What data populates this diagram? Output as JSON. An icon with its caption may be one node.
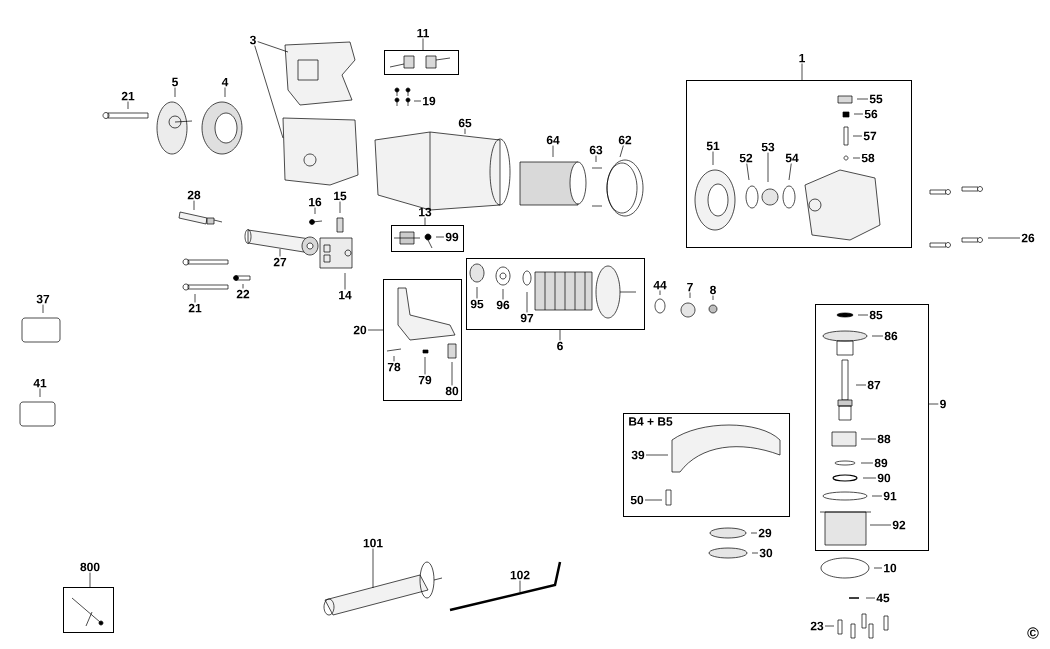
{
  "diagram": {
    "nodes": [
      {
        "text": [
          "1"
        ]
      },
      {
        "text": [],
        "shape": "box"
      },
      {
        "text": [
          "51"
        ],
        "in": 1
      },
      {
        "text": [
          "52"
        ],
        "in": 1
      },
      {
        "text": [
          "53"
        ],
        "in": 1
      },
      {
        "text": [
          "54"
        ],
        "in": 1
      },
      {
        "text": [
          "55"
        ],
        "in": 1
      },
      {
        "text": [
          "56"
        ],
        "in": 1
      },
      {
        "text": [
          "57"
        ],
        "in": 1
      },
      {
        "text": [
          "58"
        ],
        "in": 1
      },
      {
        "text": [
          "3"
        ]
      },
      {
        "text": [
          "11"
        ]
      },
      {
        "text": [],
        "shape": "box"
      },
      {
        "text": [
          "19"
        ]
      },
      {
        "text": [
          "5"
        ]
      },
      {
        "text": [
          "4"
        ]
      },
      {
        "text": [
          "21"
        ]
      },
      {
        "text": [
          "65"
        ]
      },
      {
        "text": [
          "64"
        ]
      },
      {
        "text": [
          "63"
        ]
      },
      {
        "text": [
          "62"
        ]
      },
      {
        "text": [
          "28"
        ]
      },
      {
        "text": [
          "16"
        ]
      },
      {
        "text": [
          "15"
        ]
      },
      {
        "text": [
          "13"
        ]
      },
      {
        "text": [],
        "shape": "box"
      },
      {
        "text": [
          "99"
        ],
        "in": 25
      },
      {
        "text": [
          "26"
        ]
      },
      {
        "text": [
          "27"
        ]
      },
      {
        "text": [
          "22"
        ]
      },
      {
        "text": [
          "21"
        ]
      },
      {
        "text": [
          "14"
        ]
      },
      {
        "text": [
          "37"
        ]
      },
      {
        "text": [
          "41"
        ]
      },
      {
        "text": [
          "20"
        ]
      },
      {
        "text": [],
        "shape": "box"
      },
      {
        "text": [
          "78"
        ],
        "in": 35
      },
      {
        "text": [
          "79"
        ],
        "in": 35
      },
      {
        "text": [
          "80"
        ],
        "in": 35
      },
      {
        "text": [],
        "shape": "box"
      },
      {
        "text": [
          "95"
        ],
        "in": 39
      },
      {
        "text": [
          "96"
        ],
        "in": 39
      },
      {
        "text": [
          "97"
        ],
        "in": 39
      },
      {
        "text": [
          "6"
        ]
      },
      {
        "text": [
          "44"
        ]
      },
      {
        "text": [
          "7"
        ]
      },
      {
        "text": [
          "8"
        ]
      },
      {
        "text": [],
        "shape": "box"
      },
      {
        "text": [
          "85"
        ],
        "in": 47
      },
      {
        "text": [
          "86"
        ],
        "in": 47
      },
      {
        "text": [
          "87"
        ],
        "in": 47
      },
      {
        "text": [
          "88"
        ],
        "in": 47
      },
      {
        "text": [
          "89"
        ],
        "in": 47
      },
      {
        "text": [
          "90"
        ],
        "in": 47
      },
      {
        "text": [
          "91"
        ],
        "in": 47
      },
      {
        "text": [
          "92"
        ],
        "in": 47
      },
      {
        "text": [
          "9"
        ]
      },
      {
        "text": [
          "B4 + B5"
        ]
      },
      {
        "text": [
          "39"
        ],
        "in": 57
      },
      {
        "text": [
          "50"
        ],
        "in": 57
      },
      {
        "text": [
          "29"
        ]
      },
      {
        "text": [
          "30"
        ]
      },
      {
        "text": [
          "10"
        ]
      },
      {
        "text": [
          "45"
        ]
      },
      {
        "text": [
          "23"
        ]
      },
      {
        "text": [
          "800"
        ]
      },
      {
        "text": [],
        "shape": "box"
      },
      {
        "text": [
          "101"
        ]
      },
      {
        "text": [
          "102"
        ]
      }
    ],
    "edges": [
      {
        "from": 0,
        "to": 1,
        "arrow": "none"
      },
      {
        "from": 2,
        "to": null,
        "arrow": "none"
      },
      {
        "from": 3,
        "to": null,
        "arrow": "none"
      },
      {
        "from": 4,
        "to": null,
        "arrow": "none"
      },
      {
        "from": 5,
        "to": null,
        "arrow": "none"
      },
      {
        "from": 6,
        "to": null,
        "arrow": "none"
      },
      {
        "from": 7,
        "to": null,
        "arrow": "none"
      },
      {
        "from": 8,
        "to": null,
        "arrow": "none"
      },
      {
        "from": 9,
        "to": null,
        "arrow": "none"
      },
      {
        "from": 10,
        "to": null,
        "arrow": "none"
      },
      {
        "from": 10,
        "to": null,
        "arrow": "none"
      },
      {
        "from": 11,
        "to": 12,
        "arrow": "none"
      },
      {
        "from": 13,
        "to": null,
        "arrow": "none"
      },
      {
        "from": 14,
        "to": null,
        "arrow": "none"
      },
      {
        "from": 15,
        "to": null,
        "arrow": "none"
      },
      {
        "from": 16,
        "to": null,
        "arrow": "none"
      },
      {
        "from": 17,
        "to": null,
        "arrow": "none"
      },
      {
        "from": 18,
        "to": null,
        "arrow": "none"
      },
      {
        "from": 19,
        "to": null,
        "arrow": "none"
      },
      {
        "from": 20,
        "to": null,
        "arrow": "none"
      },
      {
        "from": 21,
        "to": null,
        "arrow": "none"
      },
      {
        "from": 22,
        "to": null,
        "arrow": "none"
      },
      {
        "from": 23,
        "to": null,
        "arrow": "none"
      },
      {
        "from": 24,
        "to": 25,
        "arrow": "none"
      },
      {
        "from": 26,
        "to": null,
        "arrow": "none"
      },
      {
        "from": 27,
        "to": null,
        "arrow": "none"
      },
      {
        "from": 28,
        "to": null,
        "arrow": "none"
      },
      {
        "from": 29,
        "to": null,
        "arrow": "none"
      },
      {
        "from": 30,
        "to": null,
        "arrow": "none"
      },
      {
        "from": 31,
        "to": null,
        "arrow": "none"
      },
      {
        "from": 32,
        "to": null,
        "arrow": "none"
      },
      {
        "from": 33,
        "to": null,
        "arrow": "none"
      },
      {
        "from": 34,
        "to": 35,
        "arrow": "none"
      },
      {
        "from": 36,
        "to": null,
        "arrow": "none"
      },
      {
        "from": 37,
        "to": null,
        "arrow": "none"
      },
      {
        "from": 38,
        "to": null,
        "arrow": "none"
      },
      {
        "from": 40,
        "to": null,
        "arrow": "none"
      },
      {
        "from": 41,
        "to": null,
        "arrow": "none"
      },
      {
        "from": 42,
        "to": null,
        "arrow": "none"
      },
      {
        "from": 43,
        "to": 39,
        "arrow": "none"
      },
      {
        "from": 44,
        "to": null,
        "arrow": "none"
      },
      {
        "from": 45,
        "to": null,
        "arrow": "none"
      },
      {
        "from": 46,
        "to": null,
        "arrow": "none"
      },
      {
        "from": 48,
        "to": null,
        "arrow": "none"
      },
      {
        "from": 49,
        "to": null,
        "arrow": "none"
      },
      {
        "from": 50,
        "to": null,
        "arrow": "none"
      },
      {
        "from": 51,
        "to": null,
        "arrow": "none"
      },
      {
        "from": 52,
        "to": null,
        "arrow": "none"
      },
      {
        "from": 53,
        "to": null,
        "arrow": "none"
      },
      {
        "from": 54,
        "to": null,
        "arrow": "none"
      },
      {
        "from": 55,
        "to": null,
        "arrow": "none"
      },
      {
        "from": 56,
        "to": 47,
        "arrow": "none"
      },
      {
        "from": 58,
        "to": null,
        "arrow": "none"
      },
      {
        "from": 59,
        "to": null,
        "arrow": "none"
      },
      {
        "from": 60,
        "to": null,
        "arrow": "none"
      },
      {
        "from": 61,
        "to": null,
        "arrow": "none"
      },
      {
        "from": 62,
        "to": null,
        "arrow": "none"
      },
      {
        "from": 63,
        "to": null,
        "arrow": "none"
      },
      {
        "from": 64,
        "to": null,
        "arrow": "none"
      },
      {
        "from": 65,
        "to": 66,
        "arrow": "none"
      },
      {
        "from": 67,
        "to": null,
        "arrow": "none"
      },
      {
        "from": 68,
        "to": null,
        "arrow": "none"
      }
    ],
    "labels": [
      "©"
    ]
  }
}
